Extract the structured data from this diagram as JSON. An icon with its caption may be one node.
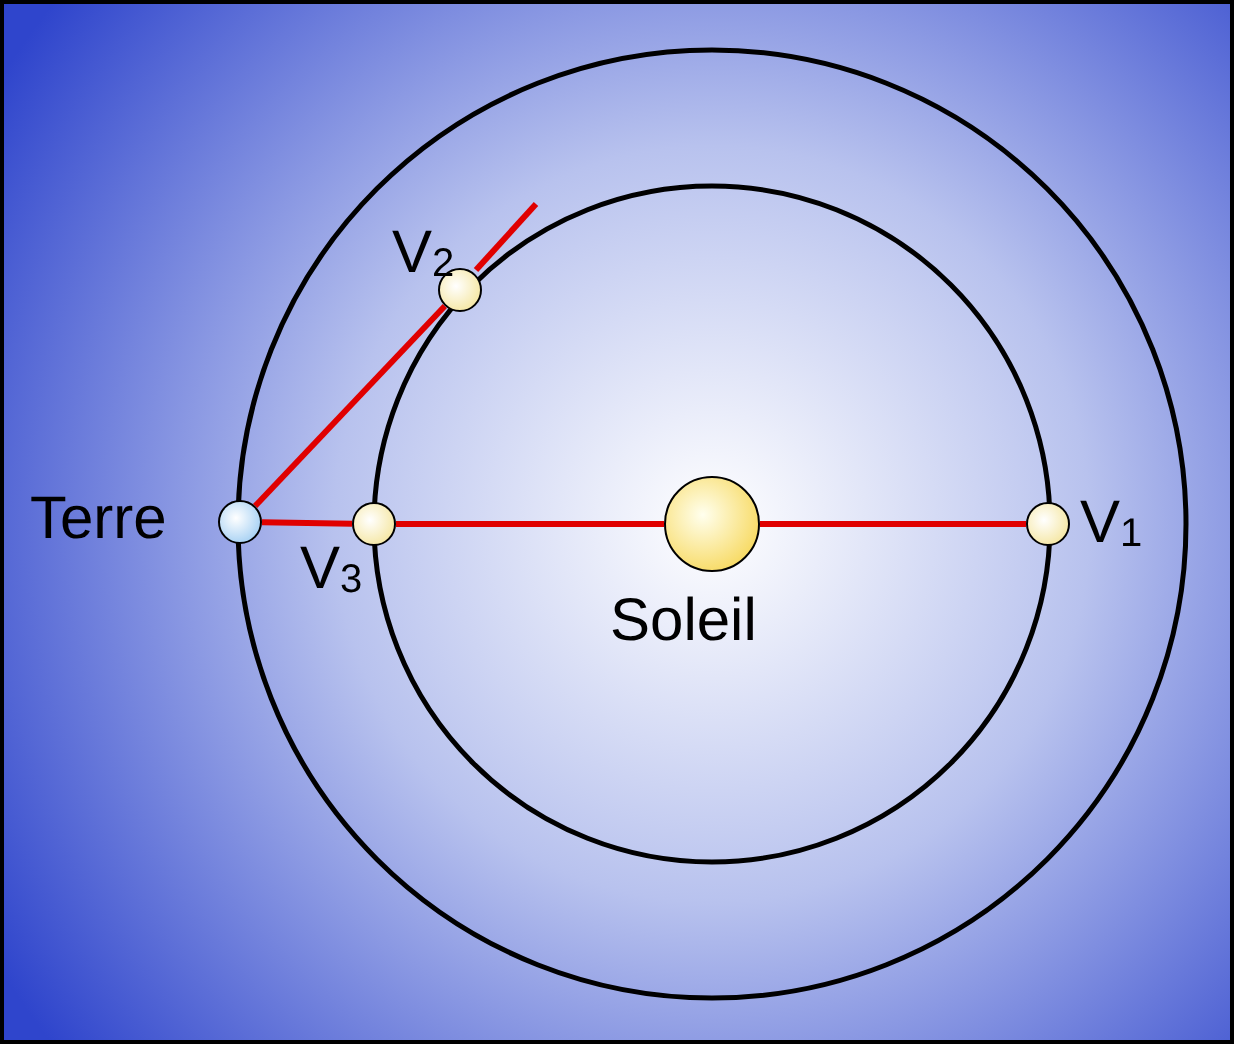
{
  "diagram": {
    "nodes": [
      {
        "text": [
          "Terre"
        ]
      },
      {
        "text": [
          "V$_{2}$"
        ]
      },
      {
        "text": [
          "V$_{3}$"
        ]
      },
      {
        "text": [
          "Soleil"
        ]
      },
      {
        "text": [
          "V$_{1}$"
        ]
      }
    ],
    "edges": [
      {
        "from": 0,
        "to": 1,
        "arrow": "none"
      },
      {
        "from": 0,
        "to": 2,
        "arrow": "none"
      },
      {
        "from": 2,
        "to": 3,
        "arrow": "none"
      },
      {
        "from": 3,
        "to": 4,
        "arrow": "none"
      }
    ]
  }
}
